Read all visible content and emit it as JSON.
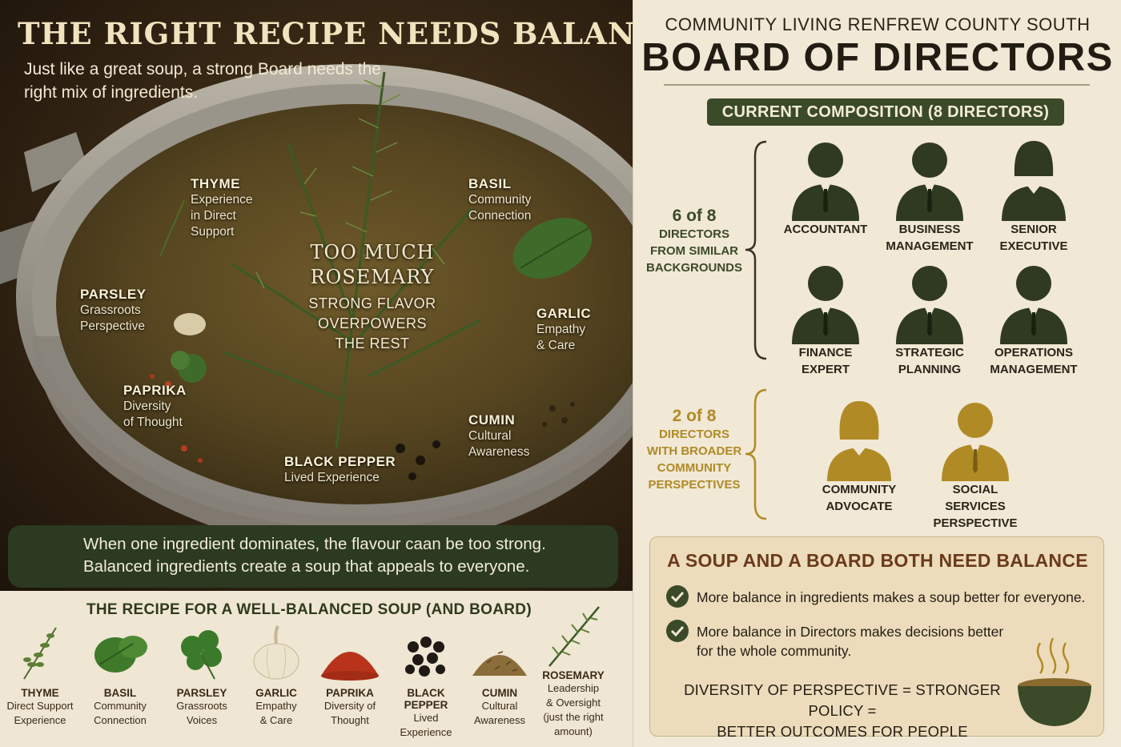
{
  "left": {
    "title": "THE RIGHT RECIPE NEEDS BALANCE",
    "subtitle": "Just like a great soup, a strong Board needs the right mix of ingredients.",
    "ingredients": {
      "thyme": {
        "name": "THYME",
        "desc": [
          "Experience",
          "in Direct",
          "Support"
        ]
      },
      "basil": {
        "name": "BASIL",
        "desc": [
          "Community",
          "Connection"
        ]
      },
      "parsley": {
        "name": "PARSLEY",
        "desc": [
          "Grassroots",
          "Perspective"
        ]
      },
      "garlic": {
        "name": "GARLIC",
        "desc": [
          "Empathy",
          "& Care"
        ]
      },
      "paprika": {
        "name": "PAPRIKA",
        "desc": [
          "Diversity",
          "of Thought"
        ]
      },
      "cumin": {
        "name": "CUMIN",
        "desc": [
          "Cultural",
          "Awareness"
        ]
      },
      "black_pepper": {
        "name": "BLACK PEPPER",
        "desc": [
          "Lived Experience"
        ]
      }
    },
    "rosemary": {
      "big": [
        "TOO MUCH",
        "ROSEMARY"
      ],
      "small": [
        "STRONG FLAVOR",
        "OVERPOWERS",
        "THE REST"
      ]
    },
    "banner": [
      "When one ingredient dominates, the flavour caan be too strong.",
      "Balanced ingredients create a soup that appeals to everyone."
    ]
  },
  "recipe": {
    "title": "THE RECIPE FOR A WELL-BALANCED SOUP (AND BOARD)",
    "items": [
      {
        "name": "THYME",
        "desc": [
          "Direct Support",
          "Experience"
        ]
      },
      {
        "name": "BASIL",
        "desc": [
          "Community",
          "Connection"
        ]
      },
      {
        "name": "PARSLEY",
        "desc": [
          "Grassroots",
          "Voices"
        ]
      },
      {
        "name": "GARLIC",
        "desc": [
          "Empathy",
          "& Care"
        ]
      },
      {
        "name": "PAPRIKA",
        "desc": [
          "Diversity of",
          "Thought"
        ]
      },
      {
        "name": "BLACK PEPPER",
        "desc": [
          "Lived",
          "Experience"
        ]
      },
      {
        "name": "CUMIN",
        "desc": [
          "Cultural",
          "Awareness"
        ]
      },
      {
        "name": "ROSEMARY",
        "desc": [
          "Leadership",
          "& Oversight",
          "(just the right",
          "amount)"
        ]
      }
    ]
  },
  "right": {
    "org": "COMMUNITY LIVING RENFREW COUNTY SOUTH",
    "board": "BOARD OF  DIRECTORS",
    "composition": "CURRENT COMPOSITION (8 DIRECTORS)",
    "group1": {
      "count": "6 of 8",
      "label": [
        "DIRECTORS",
        "FROM SIMILAR",
        "BACKGROUNDS"
      ]
    },
    "group2": {
      "count": "2 of 8",
      "label": [
        "DIRECTORS",
        "WITH BROADER",
        "COMMUNITY",
        "PERSPECTIVES"
      ]
    },
    "directors": [
      {
        "label": [
          "ACCOUNTANT"
        ]
      },
      {
        "label": [
          "BUSINESS",
          "MANAGEMENT"
        ]
      },
      {
        "label": [
          "SENIOR",
          "EXECUTIVE"
        ]
      },
      {
        "label": [
          "FINANCE",
          "EXPERT"
        ]
      },
      {
        "label": [
          "STRATEGIC",
          "PLANNING"
        ]
      },
      {
        "label": [
          "OPERATIONS",
          "MANAGEMENT"
        ]
      },
      {
        "label": [
          "COMMUNITY",
          "ADVOCATE"
        ]
      },
      {
        "label": [
          "SOCIAL SERVICES",
          "PERSPECTIVE"
        ]
      }
    ],
    "balance": {
      "title": "A SOUP AND A BOARD BOTH NEED BALANCE",
      "points": [
        [
          "More balance in ingredients makes a soup better for everyone."
        ],
        [
          "More balance in Directors makes decisions better",
          "for the whole community."
        ]
      ],
      "formula": [
        "DIVERSITY OF PERSPECTIVE = STRONGER POLICY =",
        "BETTER OUTCOMES FOR PEOPLE"
      ]
    }
  },
  "colors": {
    "dark_green": "#3b4a28",
    "gold": "#b08a25",
    "cream": "#efe6d3",
    "rust": "#6b3a1a"
  },
  "icons": [
    "pot-illustration",
    "rosemary-sprig-icon",
    "basil-leaf-icon",
    "parsley-icon",
    "thyme-icon",
    "garlic-icon",
    "paprika-icon",
    "peppercorn-icon",
    "cumin-icon",
    "person-silhouette-icon",
    "check-icon",
    "soup-bowl-icon"
  ]
}
